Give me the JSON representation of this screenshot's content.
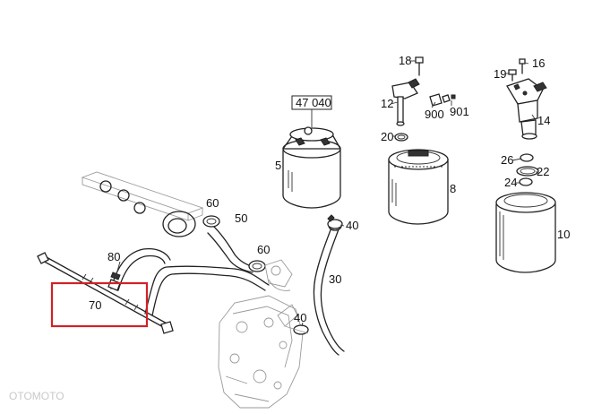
{
  "labels": {
    "p5": "5",
    "p8": "8",
    "p10": "10",
    "p12": "12",
    "p14": "14",
    "p16": "16",
    "p18": "18",
    "p19": "19",
    "p20": "20",
    "p22": "22",
    "p24": "24",
    "p26": "26",
    "p30": "30",
    "p40a": "40",
    "p40b": "40",
    "p50": "50",
    "p60a": "60",
    "p60b": "60",
    "p70": "70",
    "p80": "80",
    "p900": "900",
    "p901": "901",
    "box": "47 040"
  },
  "highlight_color": "#d32027",
  "watermark": "OTOMOTO"
}
